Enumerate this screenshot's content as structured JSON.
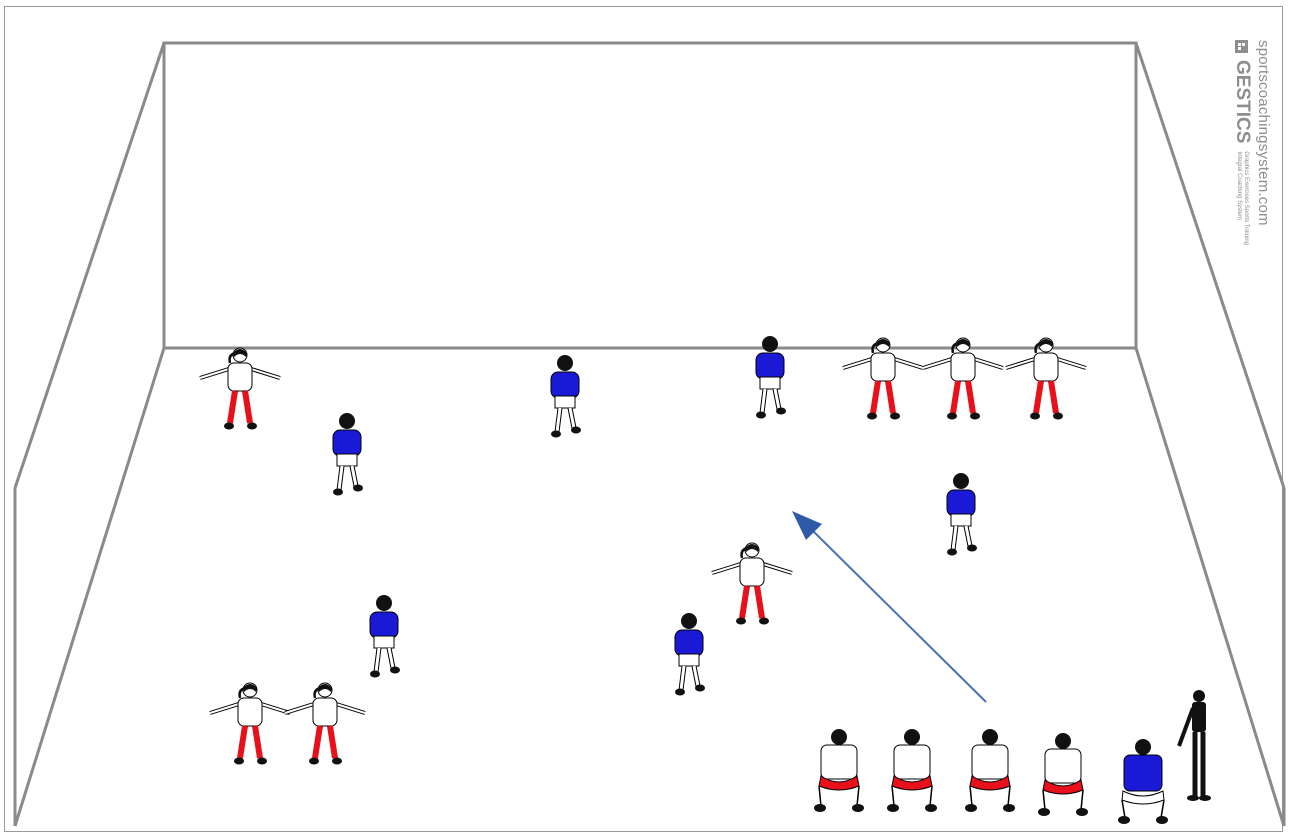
{
  "watermark": {
    "site": "sportscoachingsystem.com",
    "brand": "GESTICS",
    "tagline_1": "Graphics Exercises Sports Training",
    "tagline_2": "Integral Coaching System"
  },
  "colors": {
    "team_blue_shirt": "#1a1ad6",
    "team_red_shorts": "#e8101a",
    "arrow": "#4a70b4",
    "court_lines": "#8a8a8a"
  },
  "diagram": {
    "icons": [
      "court-outline",
      "blue-player",
      "red-player",
      "squatting-player",
      "coach",
      "arrow"
    ]
  }
}
